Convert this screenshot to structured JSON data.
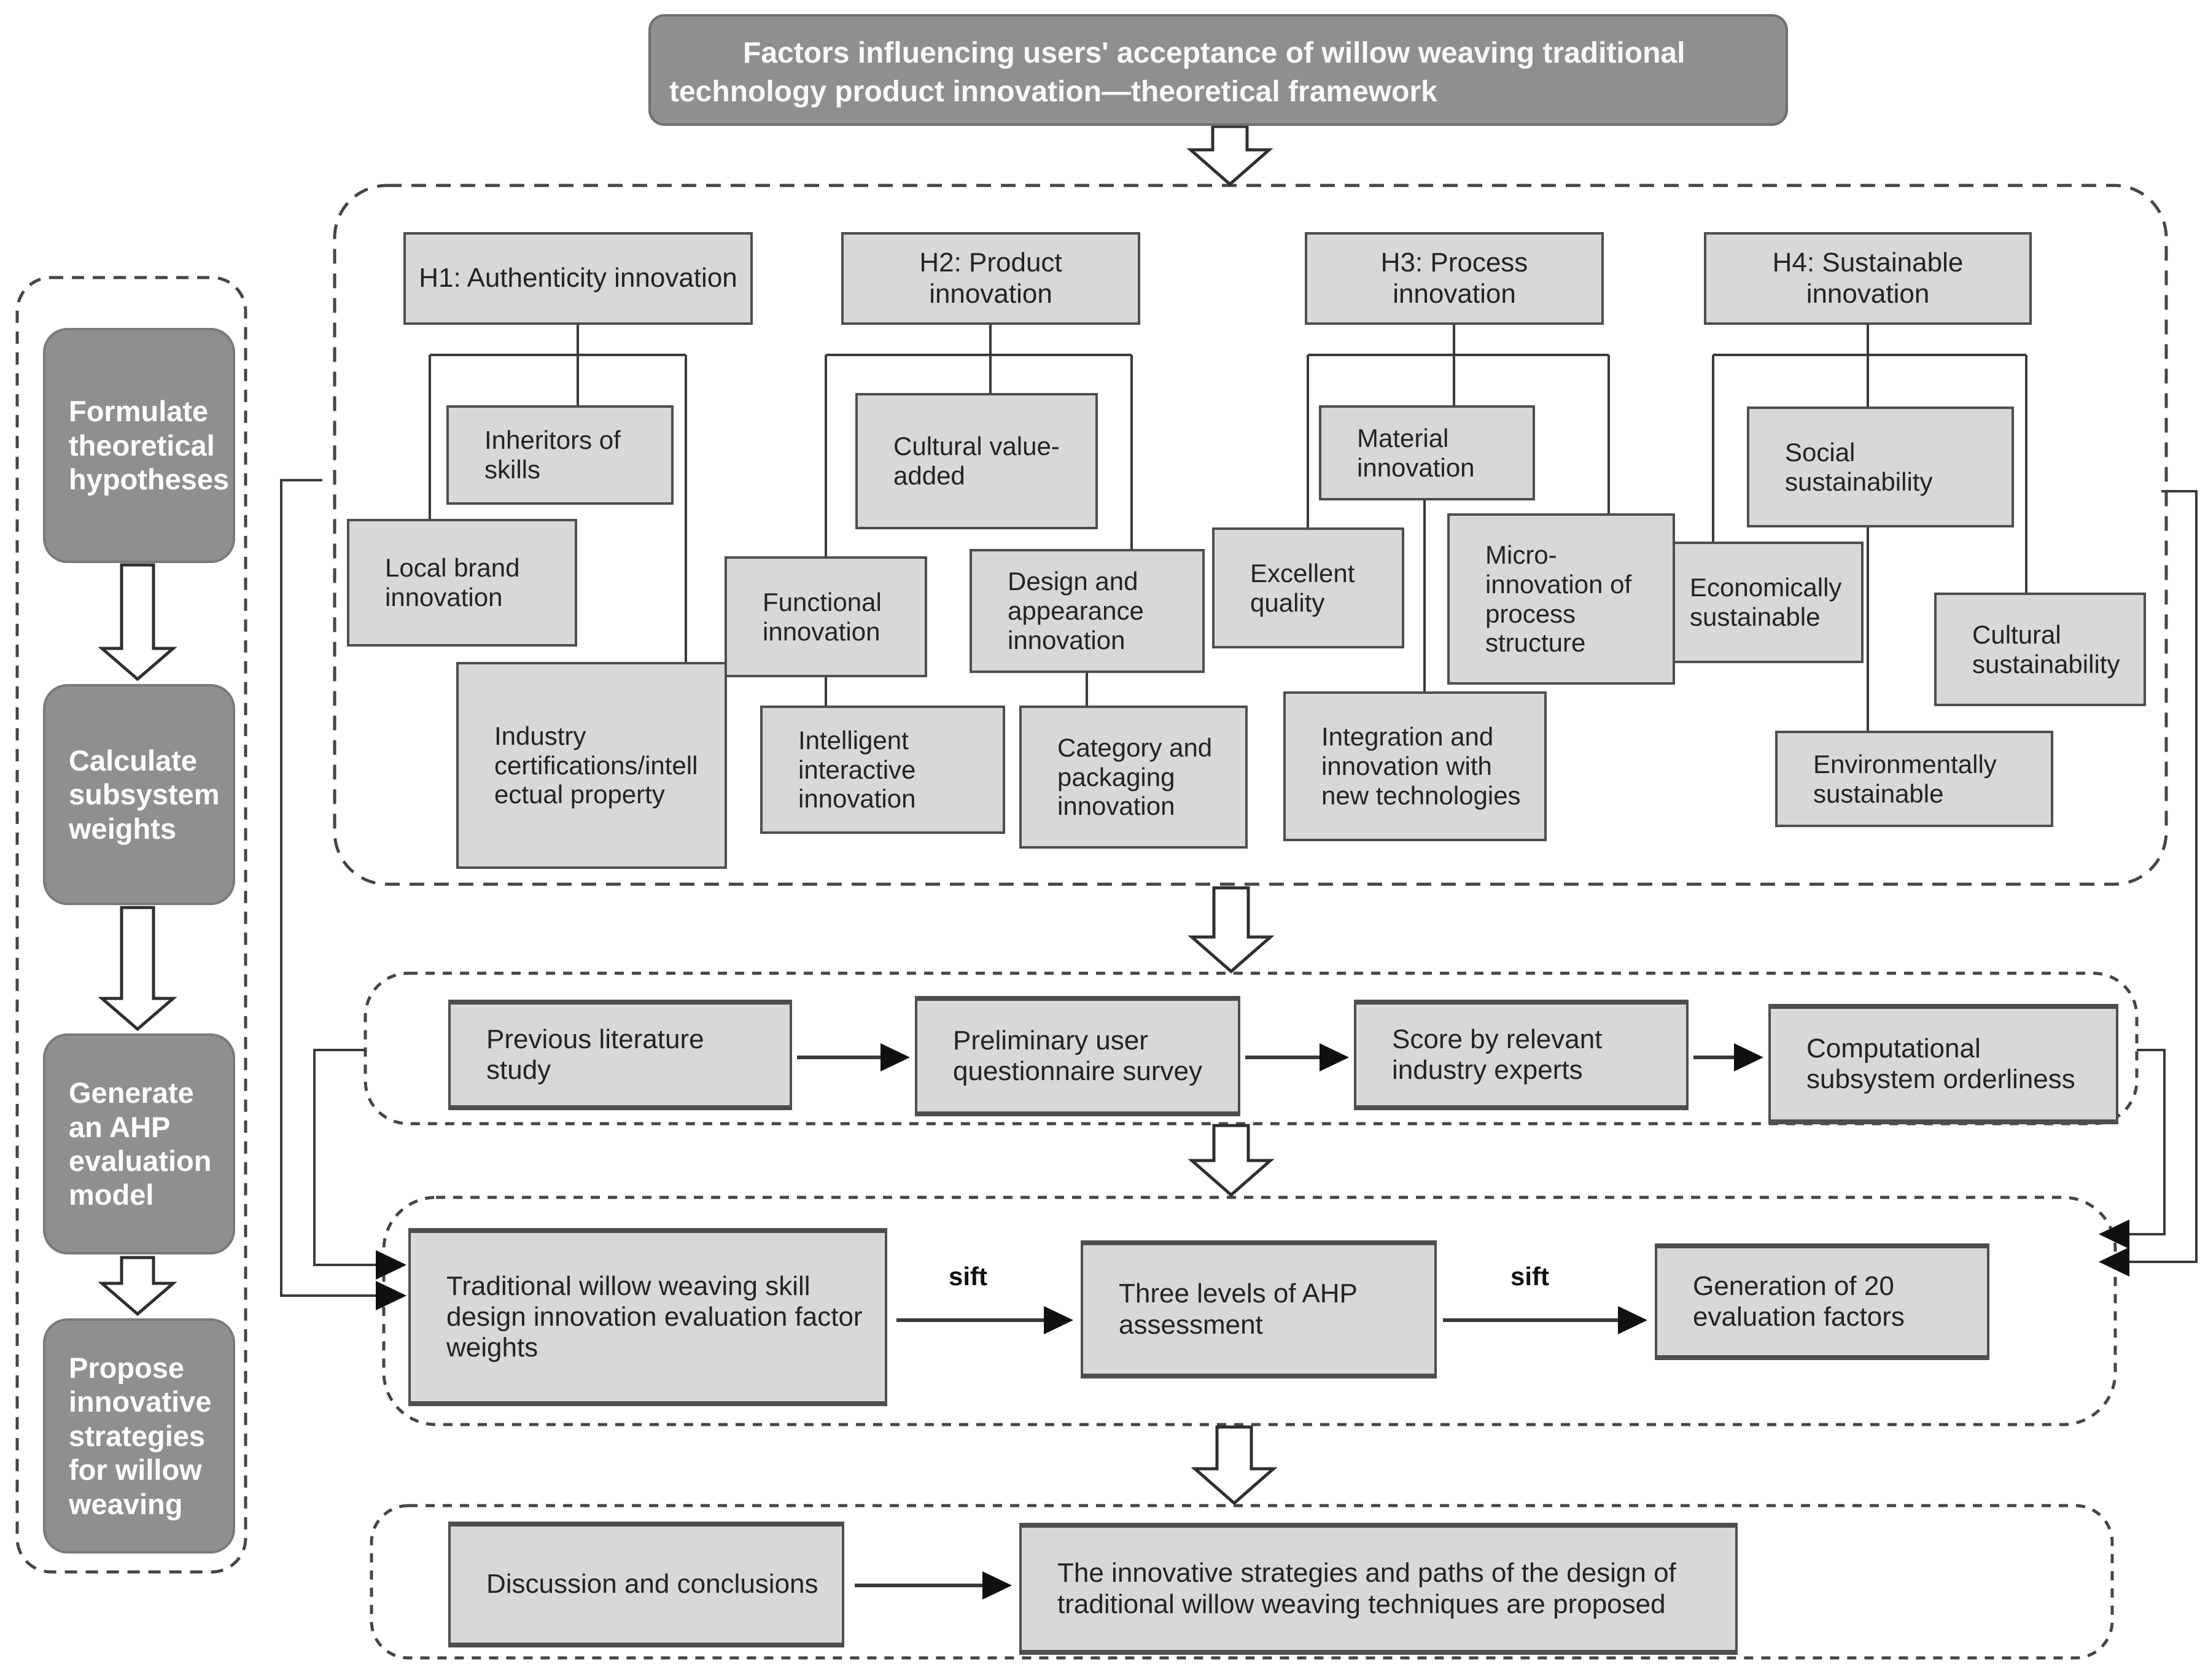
{
  "title": "Factors influencing users' acceptance of willow weaving traditional technology product innovation—theoretical framework",
  "sidebar": {
    "steps": [
      {
        "label": "Formulate theoretical hypotheses"
      },
      {
        "label": "Calculate subsystem weights"
      },
      {
        "label": "Generate an AHP evaluation model"
      },
      {
        "label": "Propose innovative strategies for willow weaving"
      }
    ]
  },
  "hypotheses": {
    "h1": {
      "label": "H1: Authenticity innovation",
      "children": [
        "Inheritors of skills",
        "Local brand innovation",
        "Industry certifications/intellectual property"
      ]
    },
    "h2": {
      "label": "H2: Product innovation",
      "children": [
        "Cultural value-added",
        "Functional innovation",
        "Design and appearance innovation",
        "Intelligent interactive innovation",
        "Category and packaging innovation"
      ]
    },
    "h3": {
      "label": "H3: Process innovation",
      "children": [
        "Material innovation",
        "Excellent quality",
        "Micro-innovation of process structure",
        "Integration and innovation with new technologies"
      ]
    },
    "h4": {
      "label": "H4: Sustainable innovation",
      "children": [
        "Social sustainability",
        "Economically sustainable",
        "Cultural sustainability",
        "Environmentally sustainable"
      ]
    }
  },
  "survey_row": {
    "steps": [
      "Previous literature study",
      "Preliminary user questionnaire survey",
      "Score by relevant industry experts",
      "Computational subsystem orderliness"
    ]
  },
  "ahp_row": {
    "sift_label": "sift",
    "steps": [
      "Traditional willow weaving skill design innovation evaluation factor weights",
      "Three levels of AHP assessment",
      "Generation of 20 evaluation factors"
    ]
  },
  "conclusion_row": {
    "steps": [
      "Discussion and conclusions",
      "The innovative strategies and paths of the design of traditional willow weaving techniques are proposed"
    ]
  },
  "colors": {
    "dark_box": "#8f8f8f",
    "light_box": "#d8d8d8",
    "box_border": "#4e4e4e",
    "line": "#3a3a3a",
    "background": "#ffffff"
  }
}
